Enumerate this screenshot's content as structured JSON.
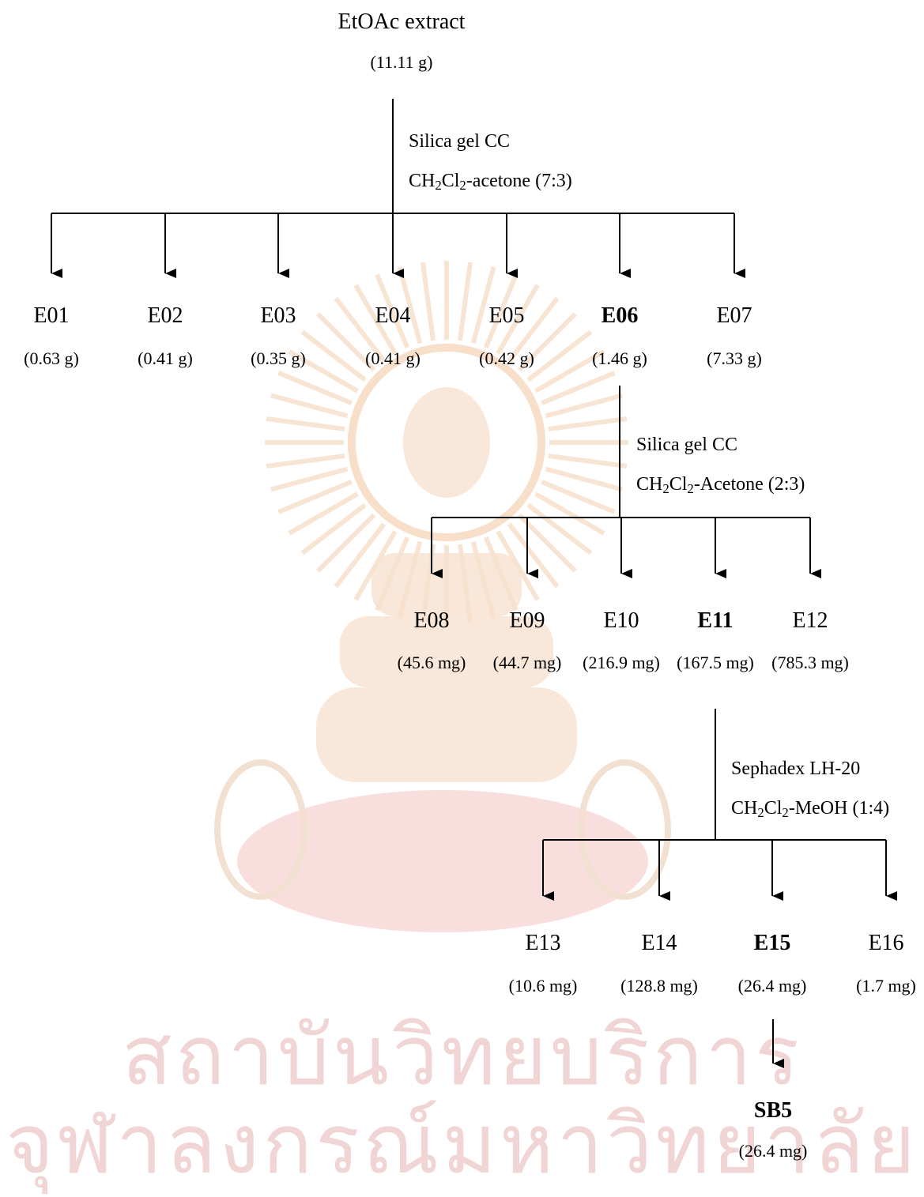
{
  "watermark": {
    "line1": "สถาบันวิทยบริการ",
    "line2": "จุฬาลงกรณ์มหาวิทยาลัย",
    "emblem": "university-emblem"
  },
  "root": {
    "name": "EtOAc extract",
    "mass": "(11.11 g)"
  },
  "steps": [
    {
      "method": "Silica gel CC",
      "solvent_a": "CH",
      "solvent_b": "Cl",
      "solvent_c": "-acetone (7:3)",
      "sub1": "2",
      "sub2": "2"
    },
    {
      "method": "Silica gel CC",
      "solvent_a": "CH",
      "solvent_b": "Cl",
      "solvent_c": "-Acetone (2:3)",
      "sub1": "2",
      "sub2": "2"
    },
    {
      "method": "Sephadex LH-20",
      "solvent_a": "CH",
      "solvent_b": "Cl",
      "solvent_c": "-MeOH (1:4)",
      "sub1": "2",
      "sub2": "2"
    }
  ],
  "level1": [
    {
      "name": "E01",
      "mass": "(0.63 g)",
      "bold": false
    },
    {
      "name": "E02",
      "mass": "(0.41 g)",
      "bold": false
    },
    {
      "name": "E03",
      "mass": "(0.35 g)",
      "bold": false
    },
    {
      "name": "E04",
      "mass": "(0.41 g)",
      "bold": false
    },
    {
      "name": "E05",
      "mass": "(0.42 g)",
      "bold": false
    },
    {
      "name": "E06",
      "mass": "(1.46 g)",
      "bold": true
    },
    {
      "name": "E07",
      "mass": "(7.33 g)",
      "bold": false
    }
  ],
  "level2": [
    {
      "name": "E08",
      "mass": "(45.6 mg)",
      "bold": false
    },
    {
      "name": "E09",
      "mass": "(44.7 mg)",
      "bold": false
    },
    {
      "name": "E10",
      "mass": "(216.9 mg)",
      "bold": false
    },
    {
      "name": "E11",
      "mass": "(167.5 mg)",
      "bold": true
    },
    {
      "name": "E12",
      "mass": "(785.3 mg)",
      "bold": false
    }
  ],
  "level3": [
    {
      "name": "E13",
      "mass": "(10.6 mg)",
      "bold": false
    },
    {
      "name": "E14",
      "mass": "(128.8 mg)",
      "bold": false
    },
    {
      "name": "E15",
      "mass": "(26.4 mg)",
      "bold": true
    },
    {
      "name": "E16",
      "mass": "(1.7 mg)",
      "bold": false
    }
  ],
  "final": {
    "name": "SB5",
    "mass": "(26.4 mg)"
  }
}
